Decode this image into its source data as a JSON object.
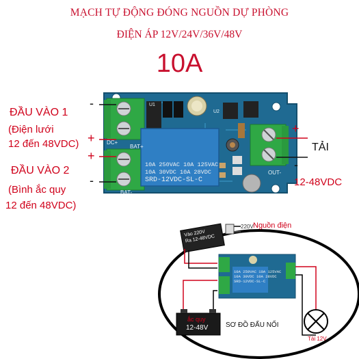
{
  "header": {
    "line1": "MẠCH TỰ ĐỘNG ĐÓNG NGUỒN DỰ PHÒNG",
    "line2": "ĐIỆN ÁP 12V/24V/36V/48V",
    "current": "10A"
  },
  "left_labels": {
    "input1_title": "ĐẦU VÀO 1",
    "input1_sub1": "(Điện lưới",
    "input1_sub2": "12 đến 48VDC)",
    "input2_title": "ĐẦU VÀO 2",
    "input2_sub1": "(Bình ắc quy",
    "input2_sub2": "12 đến 48VDC)"
  },
  "right_labels": {
    "load_title": "TẢI",
    "load_range": "12-48VDC"
  },
  "polarity": {
    "plus": "+",
    "minus": "-"
  },
  "board": {
    "dc_label": "DC+",
    "bat_plus_label": "BAT+",
    "bat_minus_label": "BAT-",
    "out_label": "OUT-",
    "relay_line1": "10A 250VAC 10A 125VAC",
    "relay_line2": "10A  30VDC  10A  28VDC",
    "relay_line3": "SRD-12VDC-SL-C",
    "chip_u1": "U1",
    "chip_u2": "U2"
  },
  "diagram": {
    "adapter_line1": "Vào 220V",
    "adapter_line2": "Ra 12-48VDC",
    "mains_voltage": "220V",
    "mains_label": "Nguồn điện",
    "battery_label": "ắc quy",
    "battery_voltage": "12-48V",
    "caption": "SƠ ĐỒ ĐẤU NỐI",
    "load_label": "Tải 12V",
    "mini_relay_line1": "10A 250VAC 10A 125VAC",
    "mini_relay_line2": "10A 30VDC 10A 28VDC",
    "mini_relay_line3": "SRD-12VDC-SL-C"
  },
  "colors": {
    "title_red": "#c8102e",
    "label_red": "#d0021b",
    "pcb_blue": "#1f6a92",
    "relay_blue": "#2f7fc4",
    "terminal_green": "#2fa845"
  }
}
